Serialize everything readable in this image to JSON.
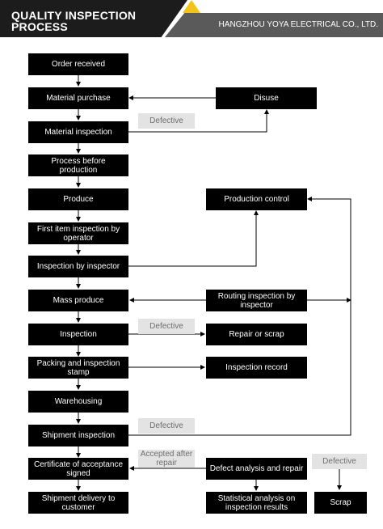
{
  "header": {
    "title": "QUALITY INSPECTION PROCESS",
    "company": "HANGZHOU YOYA ELECTRICAL CO., LTD."
  },
  "steps": {
    "order_received": "Order received",
    "material_purchase": "Material purchase",
    "material_inspection": "Material inspection",
    "process_before_production": "Process before production",
    "produce": "Produce",
    "first_item_inspection": "First item inspection by operator",
    "inspection_by_inspector": "Inspection by inspector",
    "mass_produce": "Mass produce",
    "inspection": "Inspection",
    "packing_stamp": "Packing and inspection stamp",
    "warehousing": "Warehousing",
    "shipment_inspection": "Shipment inspection",
    "certificate": "Certificate of acceptance signed",
    "shipment_delivery": "Shipment delivery to customer",
    "disuse": "Disuse",
    "production_control": "Production control",
    "routing_inspection": "Routing inspection by inspector",
    "repair_or_scrap": "Repair or scrap",
    "inspection_record": "Inspection record",
    "defect_analysis": "Defect analysis and repair",
    "statistical_analysis": "Statistical analysis on inspection results",
    "scrap": "Scrap"
  },
  "tags": {
    "defective_1": "Defective",
    "defective_2": "Defective",
    "defective_3": "Defective",
    "defective_4": "Defective",
    "accepted_after_repair": "Accepted after repair"
  }
}
